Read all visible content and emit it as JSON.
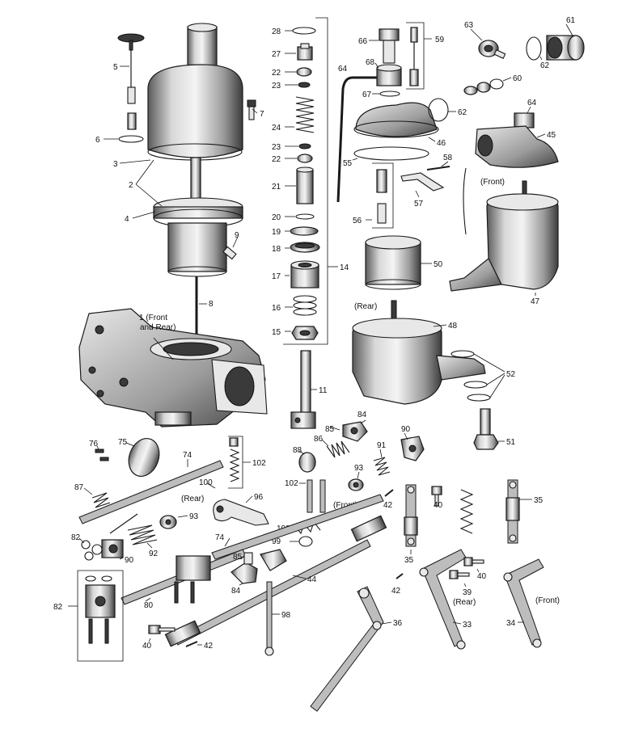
{
  "part_labels": {
    "p1": "1 (Front",
    "p1b": "and Rear)",
    "p2": "2",
    "p3": "3",
    "p4": "4",
    "p5": "5",
    "p6": "6",
    "p7": "7",
    "p8": "8",
    "p9": "9",
    "p11": "11",
    "p14": "14",
    "p15": "15",
    "p16": "16",
    "p17": "17",
    "p18": "18",
    "p19": "19",
    "p20": "20",
    "p21": "21",
    "p22a": "22",
    "p22b": "22",
    "p23a": "23",
    "p23b": "23",
    "p24": "24",
    "p27": "27",
    "p28": "28",
    "p33": "33",
    "p34": "34",
    "p35a": "35",
    "p35b": "35",
    "p36": "36",
    "p39": "39",
    "p40a": "40",
    "p40b": "40",
    "p40c": "40",
    "p42a": "42",
    "p42b": "42",
    "p42c": "42",
    "p44": "44",
    "p45": "45",
    "p46": "46",
    "p47": "47",
    "p48": "48",
    "p50": "50",
    "p51": "51",
    "p52": "52",
    "p55": "55",
    "p56": "56",
    "p57": "57",
    "p58": "58",
    "p59": "59",
    "p60": "60",
    "p61": "61",
    "p62a": "62",
    "p62b": "62",
    "p63": "63",
    "p64a": "64",
    "p64b": "64",
    "p66": "66",
    "p67": "67",
    "p68": "68",
    "p74a": "74",
    "p74b": "74",
    "p75": "75",
    "p76": "76",
    "p80": "80",
    "p82a": "82",
    "p82b": "82",
    "p84a": "84",
    "p84b": "84",
    "p85a": "85",
    "p85b": "85",
    "p86": "86",
    "p87": "87",
    "p88": "88",
    "p90a": "90",
    "p90b": "90",
    "p91": "91",
    "p92": "92",
    "p93a": "93",
    "p93b": "93",
    "p96": "96",
    "p98": "98",
    "p99": "99",
    "p100a": "100",
    "p100b": "100",
    "p102a": "102",
    "p102b": "102"
  },
  "annotations": {
    "front_a": "(Front)",
    "front_b": "(Front)",
    "front_c": "(Front)",
    "rear_a": "(Rear)",
    "rear_b": "(Rear)",
    "rear_c": "(Rear)"
  },
  "colors": {
    "ink": "#1a1a1a",
    "background": "#ffffff"
  }
}
